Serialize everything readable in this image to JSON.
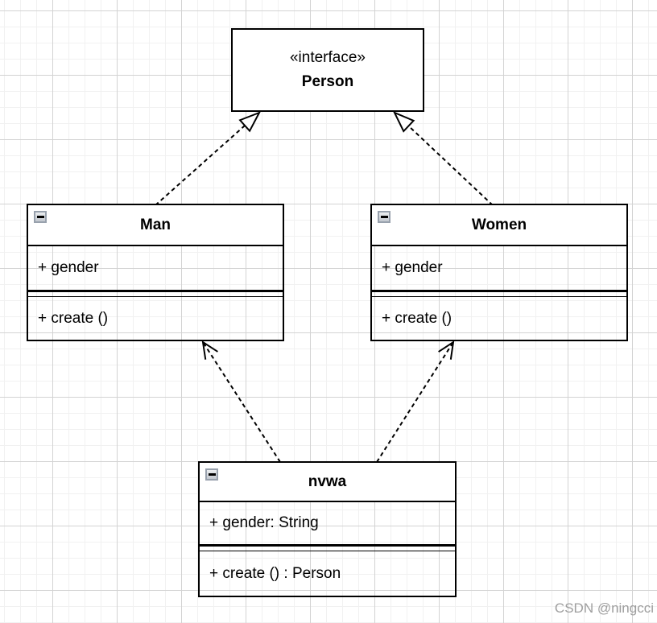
{
  "interface": {
    "stereotype": "«interface»",
    "name": "Person"
  },
  "classes": [
    {
      "name": "Man",
      "fields": [
        "+ gender"
      ],
      "methods": [
        "+ create ()"
      ]
    },
    {
      "name": "Women",
      "fields": [
        "+ gender"
      ],
      "methods": [
        "+ create ()"
      ]
    },
    {
      "name": "nvwa",
      "fields": [
        "+ gender: String"
      ],
      "methods": [
        "+ create () : Person"
      ]
    }
  ],
  "relations": [
    {
      "from": "Man",
      "to": "Person",
      "type": "realization",
      "line": "dashed",
      "arrow": "hollow-triangle"
    },
    {
      "from": "Women",
      "to": "Person",
      "type": "realization",
      "line": "dashed",
      "arrow": "hollow-triangle"
    },
    {
      "from": "nvwa",
      "to": "Man",
      "type": "dependency",
      "line": "dashed",
      "arrow": "open"
    },
    {
      "from": "nvwa",
      "to": "Women",
      "type": "dependency",
      "line": "dashed",
      "arrow": "open"
    }
  ],
  "icons": {
    "collapse": "−"
  },
  "colors": {
    "stroke": "#000000",
    "node_fill": "#ffffff",
    "grid_minor": "#f1f1f1",
    "grid_major": "#d3d3d3",
    "watermark": "#9e9e9e"
  },
  "watermark": "CSDN @ningcci"
}
